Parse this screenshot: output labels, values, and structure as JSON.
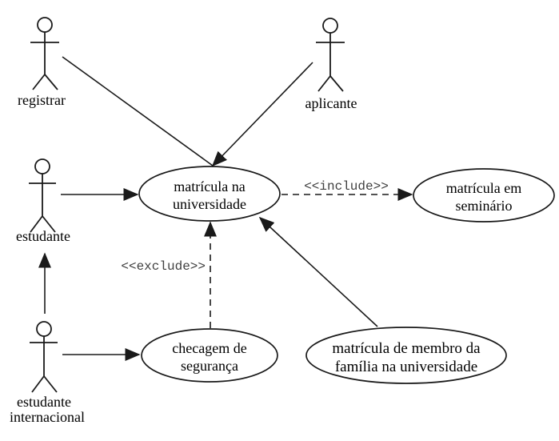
{
  "diagram_type": "uml-use-case",
  "colors": {
    "background": "#ffffff",
    "stroke": "#1a1a1a",
    "text": "#000000",
    "stereotype_text": "#404040"
  },
  "actors": [
    {
      "id": "registrar",
      "label": "registrar"
    },
    {
      "id": "aplicante",
      "label": "aplicante"
    },
    {
      "id": "estudante",
      "label": "estudante"
    },
    {
      "id": "estudante-internacional",
      "label_line1": "estudante",
      "label_line2": "internacional"
    }
  ],
  "use_cases": [
    {
      "id": "matricula-universidade",
      "line1": "matrícula na",
      "line2": "universidade"
    },
    {
      "id": "matricula-seminario",
      "line1": "matrícula em",
      "line2": "seminário"
    },
    {
      "id": "checagem-seguranca",
      "line1": "checagem de",
      "line2": "segurança"
    },
    {
      "id": "matricula-membro-familia",
      "line1": "matrícula de membro da",
      "line2": "família na universidade"
    }
  ],
  "relationships": [
    {
      "from": "registrar",
      "to": "matricula-universidade",
      "type": "association",
      "label": ""
    },
    {
      "from": "aplicante",
      "to": "matricula-universidade",
      "type": "association",
      "label": ""
    },
    {
      "from": "estudante",
      "to": "matricula-universidade",
      "type": "association",
      "label": ""
    },
    {
      "from": "matricula-universidade",
      "to": "matricula-seminario",
      "type": "include",
      "label": "<<include>>"
    },
    {
      "from": "checagem-seguranca",
      "to": "matricula-universidade",
      "type": "exclude",
      "label": "<<exclude>>"
    },
    {
      "from": "matricula-membro-familia",
      "to": "matricula-universidade",
      "type": "association",
      "label": ""
    },
    {
      "from": "estudante-internacional",
      "to": "estudante",
      "type": "association",
      "label": ""
    },
    {
      "from": "estudante-internacional",
      "to": "checagem-seguranca",
      "type": "association",
      "label": ""
    }
  ]
}
